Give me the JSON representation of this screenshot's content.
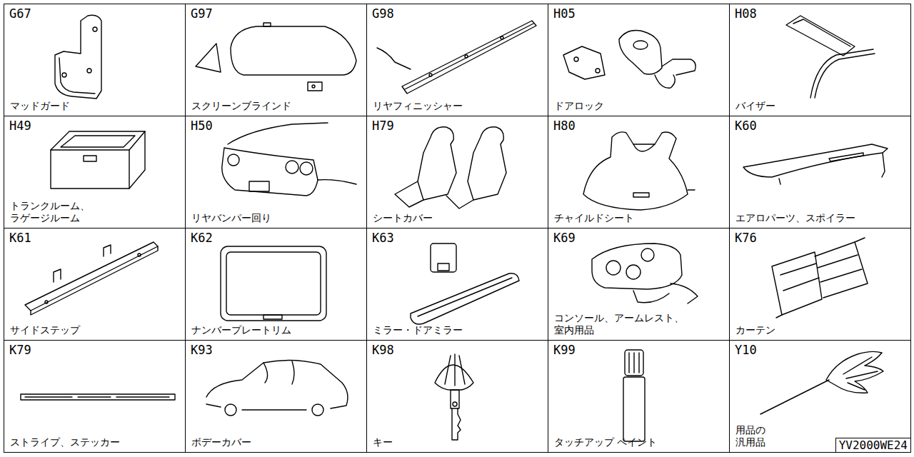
{
  "diagram": {
    "nodes": [
      {
        "text": [
          "G67",
          "マッドガード"
        ]
      },
      {
        "text": [
          "G97",
          "スクリーンブラインド"
        ]
      },
      {
        "text": [
          "G98",
          "リヤフィニッシャー"
        ]
      },
      {
        "text": [
          "H05",
          "ドアロック"
        ]
      },
      {
        "text": [
          "H08",
          "バイザー"
        ]
      },
      {
        "text": [
          "H49",
          "トランクルーム、 ラゲージルーム"
        ]
      },
      {
        "text": [
          "H50",
          "リヤバンパー回り"
        ]
      },
      {
        "text": [
          "H79",
          "シートカバー"
        ]
      },
      {
        "text": [
          "H80",
          "チャイルドシート"
        ]
      },
      {
        "text": [
          "K60",
          "エアロパーツ、スポイラー"
        ]
      },
      {
        "text": [
          "K61",
          "サイドステップ"
        ]
      },
      {
        "text": [
          "K62",
          "ナンバープレートリム"
        ]
      },
      {
        "text": [
          "K63",
          "ミラー・ドアミラー"
        ]
      },
      {
        "text": [
          "K69",
          "コンソール、アームレスト、 室内用品"
        ]
      },
      {
        "text": [
          "K76",
          "カーテン"
        ]
      },
      {
        "text": [
          "K79",
          "ストライプ、ステッカー"
        ]
      },
      {
        "text": [
          "K93",
          "ボデーカバー"
        ]
      },
      {
        "text": [
          "K98",
          "キー"
        ]
      },
      {
        "text": [
          "K99",
          "タッチアップ ペイント"
        ]
      },
      {
        "text": [
          "Y10",
          "用品の 汎用品"
        ]
      }
    ],
    "labels": [
      "YV2000WE24"
    ]
  }
}
